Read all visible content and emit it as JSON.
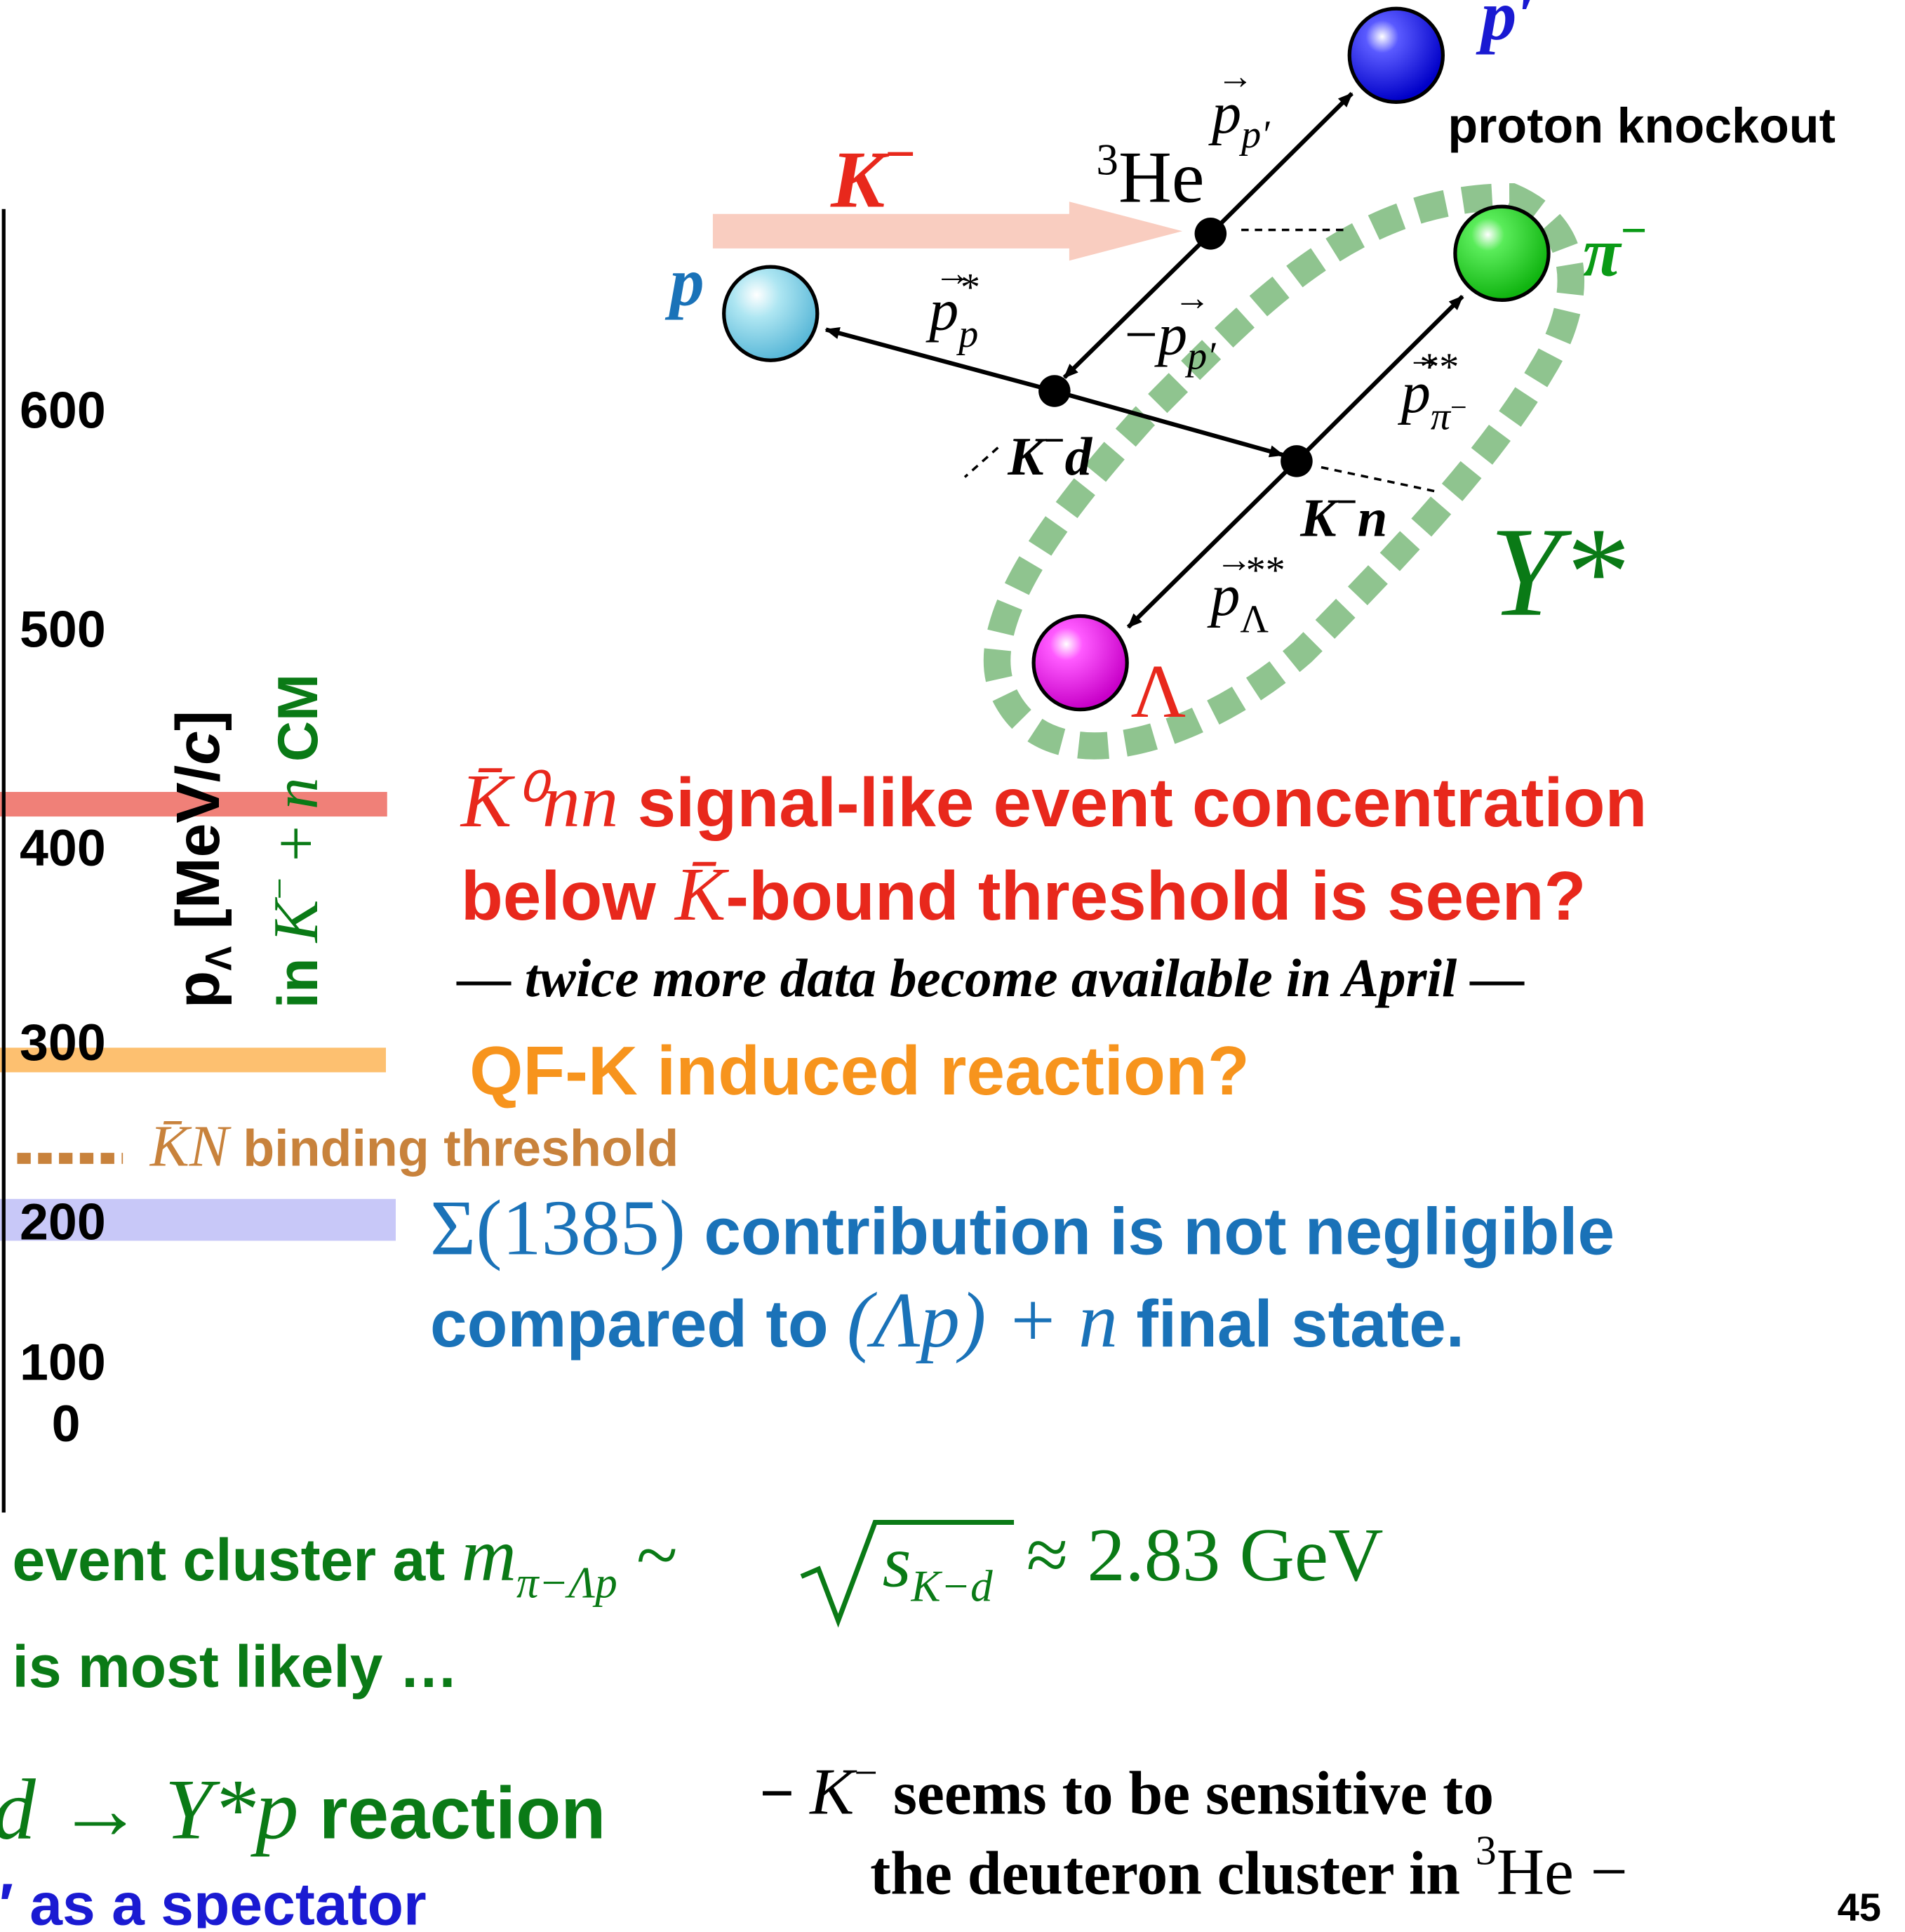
{
  "colors": {
    "red": "#e8281c",
    "orange": "#f7941d",
    "brown": "#c8823c",
    "blue": "#1a72b8",
    "green": "#0a7a16",
    "dark_blue": "#1a1ad2",
    "pink_band": "#f08078",
    "orange_band": "#fdc070",
    "lilac_band": "#c8c8f8",
    "k_arrow": "#f9cdc0",
    "cluster_dash": "#8fc48f"
  },
  "axis": {
    "ticks": [
      "600",
      "500",
      "400",
      "300",
      "200",
      "100",
      "0"
    ],
    "title_p": "p",
    "title_sub": "Λ",
    "title_unit_open": " [MeV/",
    "title_unit_c": "c",
    "title_unit_close": "]",
    "frame_prefix": "in ",
    "frame_K": "K",
    "frame_sup": "−",
    "frame_plus": " + ",
    "frame_n": "n",
    "frame_suffix": " CM"
  },
  "diagram": {
    "particles": {
      "p_prime": "p′",
      "p": "p",
      "pi_minus": "π−",
      "lambda": "Λ",
      "K_minus": "K−",
      "Y_star": "Y*",
      "he3": "³He"
    },
    "momenta": {
      "p_p_prime": "p⃗p′",
      "p_p_star": "p⃗*p",
      "minus_p_p_prime": "−p⃗p′",
      "p_pi_double_star": "p⃗**π−",
      "p_lambda_double_star": "p⃗**Λ"
    },
    "vertices": {
      "kd": "K−d",
      "kn": "K−n"
    },
    "proton_knockout": "proton knockout"
  },
  "bands": {
    "k0nn_line1_math": "K̄⁰nn",
    "k0nn_line1_text": " signal-like event concentration",
    "k0nn_line2_text_a": "below ",
    "k0nn_line2_math": "K̄",
    "k0nn_line2_text_b": "-bound threshold is seen?",
    "twice_more": "— twice more data become available in April —",
    "qf_k": "QF-K induced reaction?",
    "kn_threshold_math": "K̄N",
    "kn_threshold_text": " binding threshold",
    "sigma_math": "Σ(1385)",
    "sigma_text": " contribution is not negligible",
    "compared_text_a": "compared to ",
    "compared_math": "(Λp) + n",
    "compared_text_b": " final state."
  },
  "bottom": {
    "cluster_text": "event cluster at ",
    "cluster_math_m": "m",
    "cluster_math_sub": "π−Λp",
    "cluster_math_sim": " ~ ",
    "cluster_sqrt_s": "s",
    "cluster_sqrt_sub": "K−d",
    "cluster_math_approx": " ≈ 2.83 GeV",
    "most_likely": "is most likely …",
    "reaction_math": "d → Y*p",
    "reaction_text": " reaction",
    "spectator": "p′ as a spectator",
    "sensitive_dash": "− ",
    "sensitive_K": "K",
    "sensitive_sup": "−",
    "sensitive_text": " seems to be sensitive to",
    "deuteron_text": "the deuteron cluster in ",
    "deuteron_sup": "3",
    "deuteron_he": "He −",
    "page_number": "45"
  }
}
